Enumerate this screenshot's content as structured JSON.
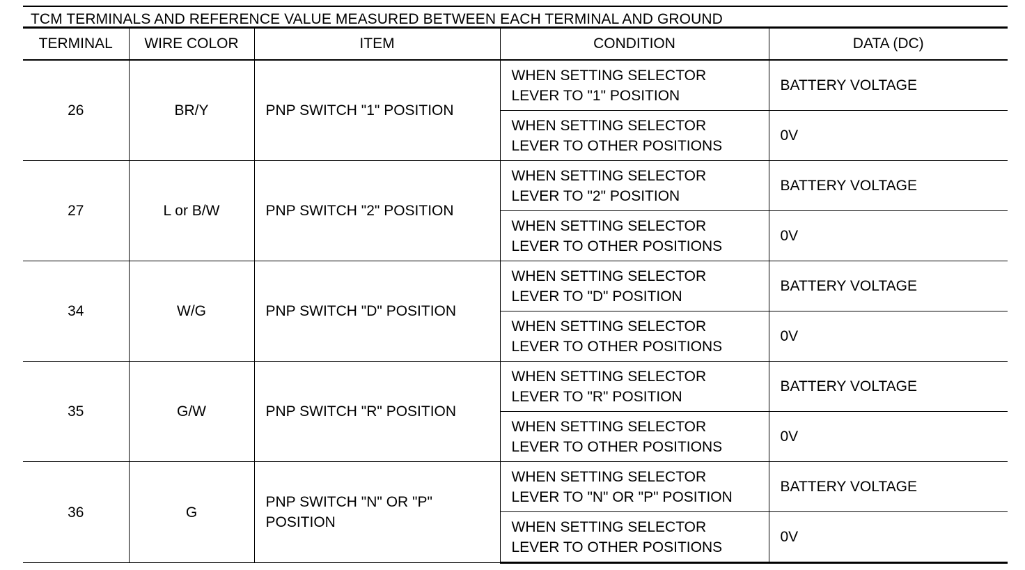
{
  "table": {
    "caption": "TCM TERMINALS AND REFERENCE VALUE MEASURED BETWEEN EACH TERMINAL AND GROUND",
    "headers": {
      "terminal": "TERMINAL",
      "wire_color": "WIRE COLOR",
      "item": "ITEM",
      "condition": "CONDITION",
      "data": "DATA (DC)"
    },
    "rows": [
      {
        "terminal": "26",
        "wire_color": "BR/Y",
        "item": "PNP SWITCH \"1\" POSITION",
        "conditions": [
          {
            "line1": "WHEN SETTING SELECTOR",
            "line2": "LEVER TO \"1\" POSITION",
            "data": "BATTERY VOLTAGE"
          },
          {
            "line1": "WHEN SETTING SELECTOR",
            "line2": "LEVER TO OTHER POSITIONS",
            "data": "0V"
          }
        ]
      },
      {
        "terminal": "27",
        "wire_color": "L or B/W",
        "item": "PNP SWITCH \"2\" POSITION",
        "conditions": [
          {
            "line1": "WHEN SETTING SELECTOR",
            "line2": "LEVER TO \"2\" POSITION",
            "data": "BATTERY VOLTAGE"
          },
          {
            "line1": "WHEN SETTING SELECTOR",
            "line2": "LEVER TO OTHER POSITIONS",
            "data": "0V"
          }
        ]
      },
      {
        "terminal": "34",
        "wire_color": "W/G",
        "item": "PNP SWITCH \"D\" POSITION",
        "conditions": [
          {
            "line1": "WHEN SETTING SELECTOR",
            "line2": "LEVER TO \"D\" POSITION",
            "data": "BATTERY VOLTAGE"
          },
          {
            "line1": "WHEN SETTING SELECTOR",
            "line2": "LEVER TO OTHER POSITIONS",
            "data": "0V"
          }
        ]
      },
      {
        "terminal": "35",
        "wire_color": "G/W",
        "item": "PNP SWITCH \"R\" POSITION",
        "conditions": [
          {
            "line1": "WHEN SETTING SELECTOR",
            "line2": "LEVER TO \"R\" POSITION",
            "data": "BATTERY VOLTAGE"
          },
          {
            "line1": "WHEN SETTING SELECTOR",
            "line2": "LEVER TO OTHER POSITIONS",
            "data": "0V"
          }
        ]
      },
      {
        "terminal": "36",
        "wire_color": "G",
        "item_line1": "PNP SWITCH \"N\" OR \"P\"",
        "item_line2": "POSITION",
        "conditions": [
          {
            "line1": "WHEN SETTING SELECTOR",
            "line2": "LEVER TO \"N\" OR \"P\" POSITION",
            "data": "BATTERY VOLTAGE"
          },
          {
            "line1": "WHEN SETTING SELECTOR",
            "line2": "LEVER TO OTHER POSITIONS",
            "data": "0V"
          }
        ]
      }
    ]
  }
}
